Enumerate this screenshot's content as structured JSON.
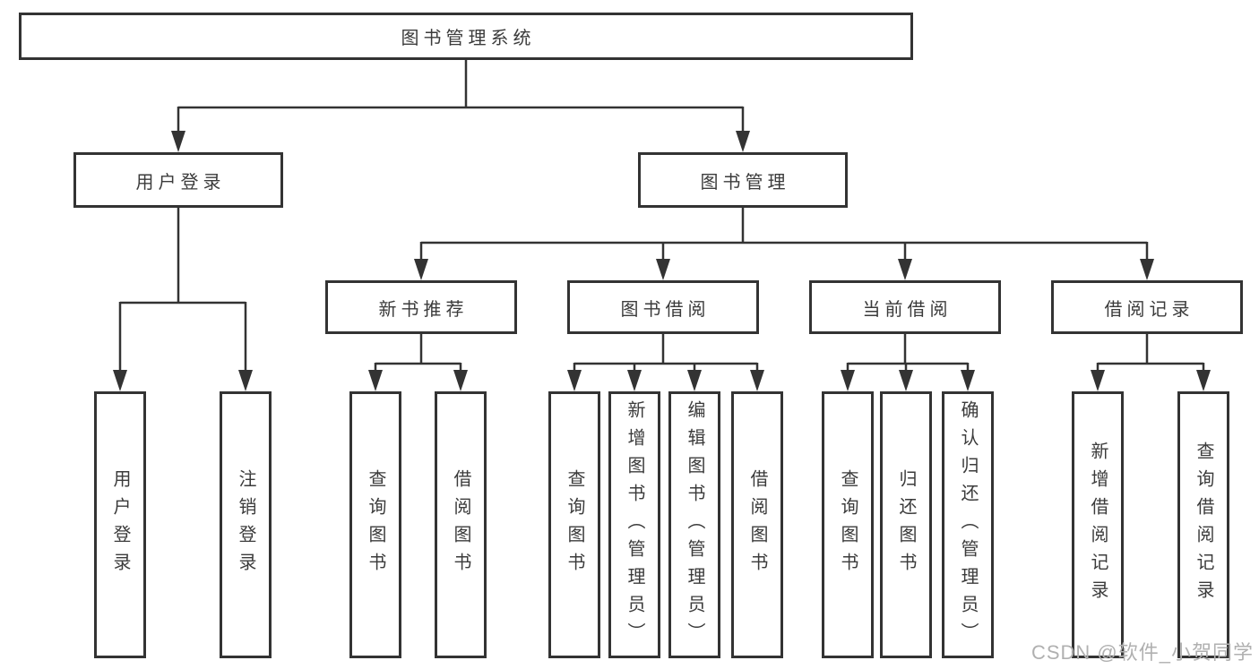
{
  "diagram_type": "hierarchy-tree",
  "nodes": {
    "root": "图书管理系统",
    "user_login": "用户登录",
    "book_mgmt": "图书管理",
    "new_book_rec": "新书推荐",
    "book_borrow": "图书借阅",
    "current_borrow": "当前借阅",
    "borrow_records": "借阅记录",
    "ul_login": "用户登录",
    "ul_logout": "注销登录",
    "nbr_query_books": "查询图书",
    "nbr_borrow_books": "借阅图书",
    "bb_query_books": "查询图书",
    "bb_add_books": "新增图书（管理员）",
    "bb_edit_books": "编辑图书（管理员）",
    "bb_borrow_books": "借阅图书",
    "cb_query_books": "查询图书",
    "cb_return_books": "归还图书",
    "cb_confirm_return": "确认归还（管理员）",
    "br_add_record": "新增借阅记录",
    "br_query_record": "查询借阅记录"
  },
  "watermark": "CSDN @软件_小贺同学",
  "colors": {
    "line": "#333333",
    "box_border": "#333333",
    "text": "#3b3b3b",
    "watermark": "#b0b0b0",
    "background": "#ffffff"
  }
}
